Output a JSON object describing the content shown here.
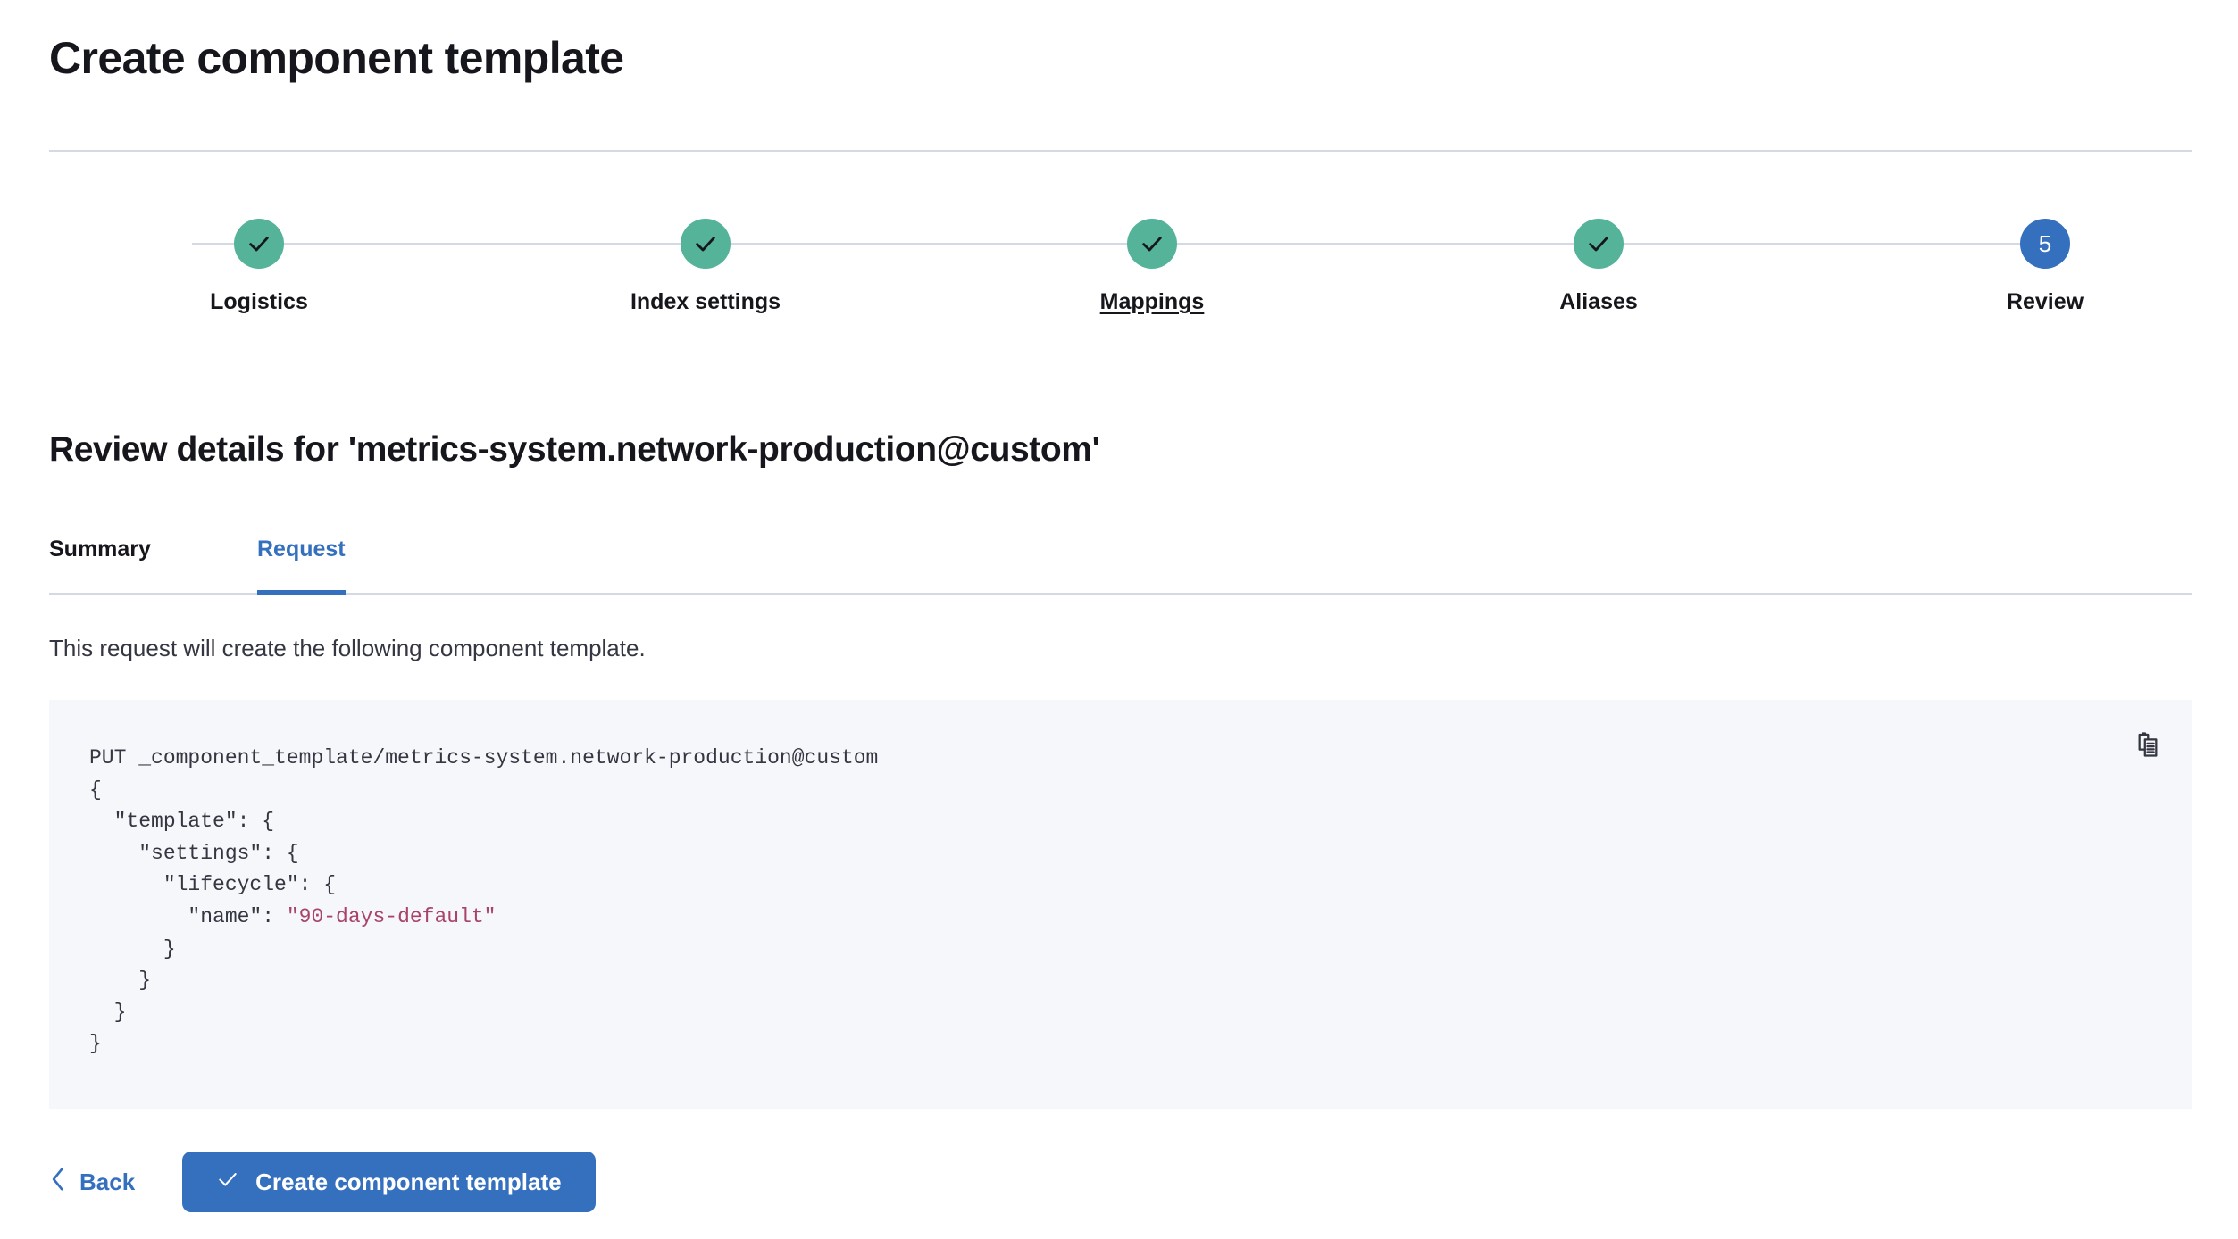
{
  "header": {
    "title": "Create component template"
  },
  "stepper": {
    "steps": [
      {
        "label": "Logistics",
        "state": "done",
        "icon": "check-icon",
        "number": "1",
        "underlined": false
      },
      {
        "label": "Index settings",
        "state": "done",
        "icon": "check-icon",
        "number": "2",
        "underlined": false
      },
      {
        "label": "Mappings",
        "state": "done",
        "icon": "check-icon",
        "number": "3",
        "underlined": true
      },
      {
        "label": "Aliases",
        "state": "done",
        "icon": "check-icon",
        "number": "4",
        "underlined": false
      },
      {
        "label": "Review",
        "state": "current",
        "icon": "",
        "number": "5",
        "underlined": false
      }
    ],
    "done_color": "#54b399",
    "current_color": "#3470be",
    "connector_color": "#d3dae6"
  },
  "section": {
    "title": "Review details for 'metrics-system.network-production@custom'"
  },
  "tabs": {
    "items": [
      {
        "label": "Summary",
        "active": false
      },
      {
        "label": "Request",
        "active": true
      }
    ],
    "active_color": "#3470be"
  },
  "request": {
    "description": "This request will create the following component template.",
    "copy_icon": "clipboard-copy-icon",
    "code_line_1": "PUT _component_template/metrics-system.network-production@custom",
    "code_before_string": "{\n  \"template\": {\n    \"settings\": {\n      \"lifecycle\": {\n        \"name\": ",
    "code_string_value": "\"90-days-default\"",
    "code_after_string": "\n      }\n    }\n  }\n}",
    "string_color": "#a8436a",
    "background": "#f5f7fa"
  },
  "footer": {
    "back_label": "Back",
    "back_icon": "chevron-left-icon",
    "submit_label": "Create component template",
    "submit_icon": "check-icon",
    "submit_color": "#3470be"
  }
}
